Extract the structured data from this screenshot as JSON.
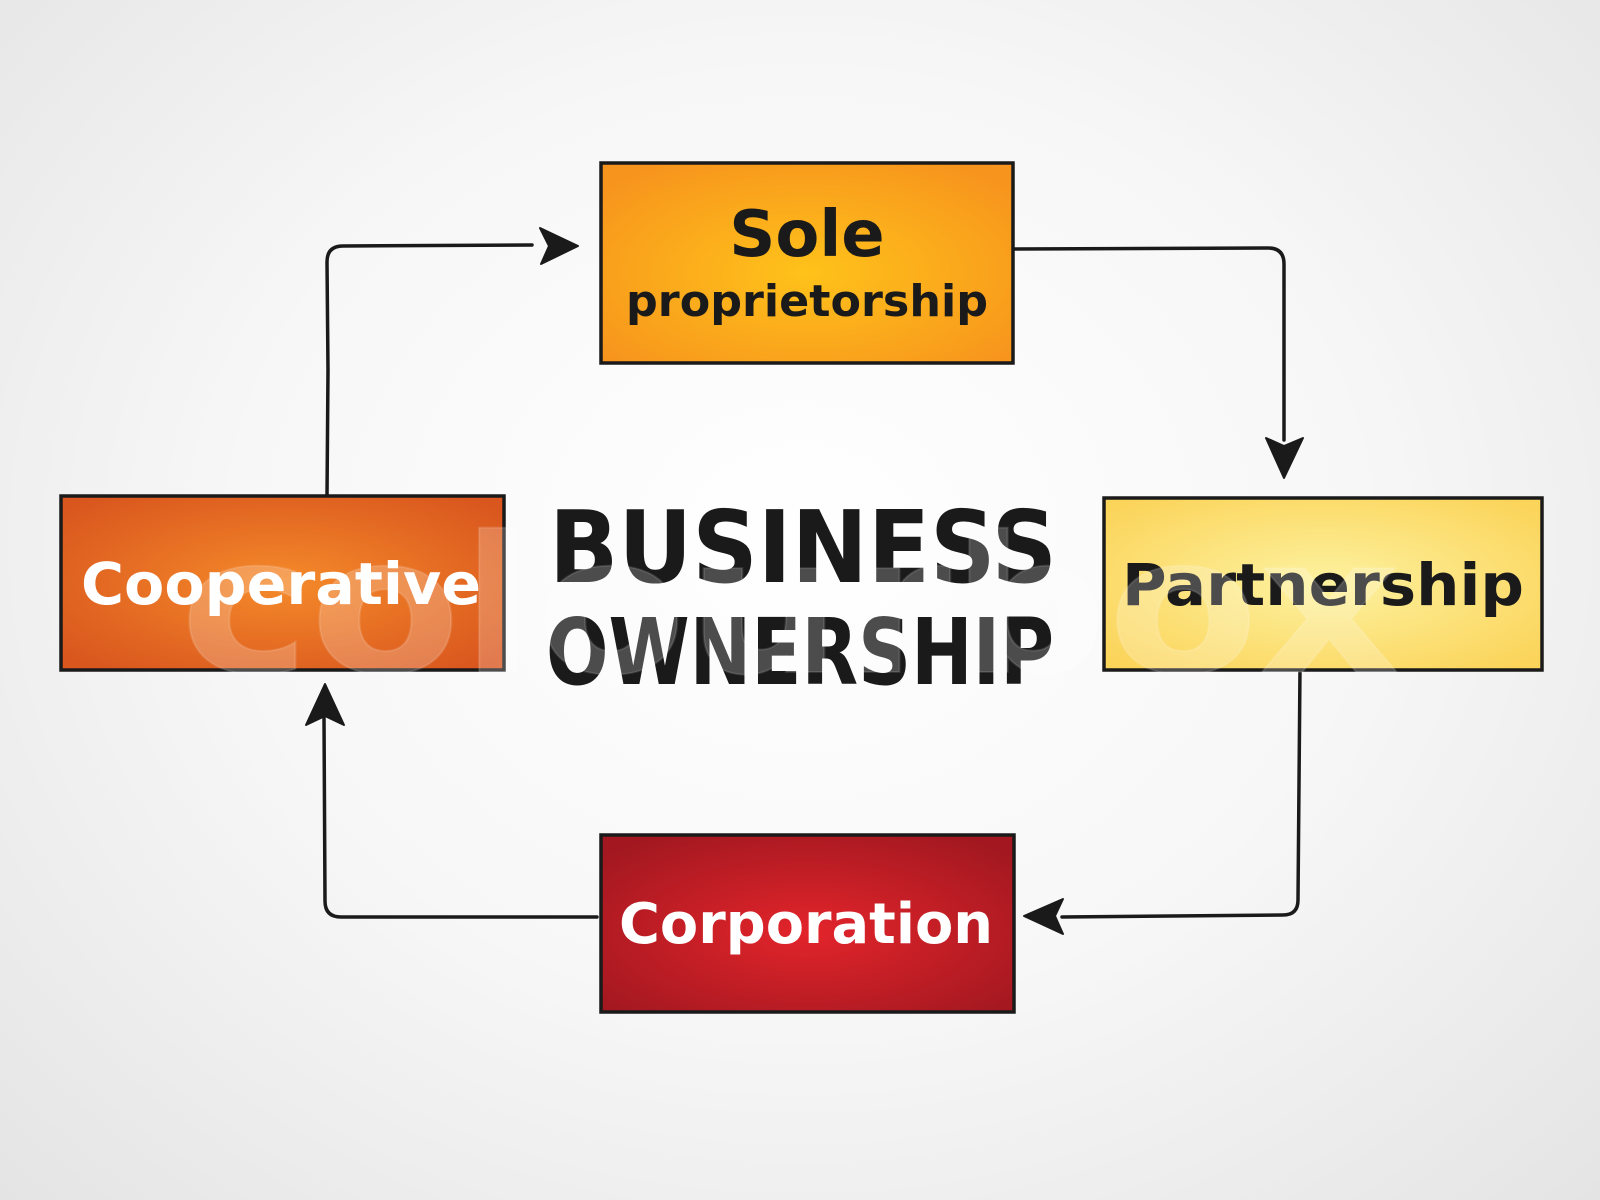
{
  "diagram": {
    "center": {
      "line1": "BUSINESS",
      "line2": "OWNERSHIP",
      "color": "#1a1a1a"
    },
    "nodes": {
      "sole": {
        "line1": "Sole",
        "line2": "proprietorship",
        "text_color": "#1a1a1a",
        "fill_light": "#ffc21a",
        "fill_dark": "#f7941d"
      },
      "partnership": {
        "label": "Partnership",
        "text_color": "#1a1a1a",
        "fill_light": "#fdf2a0",
        "fill_dark": "#fbd45a"
      },
      "corporation": {
        "label": "Corporation",
        "text_color": "#ffffff",
        "fill_light": "#e3242b",
        "fill_dark": "#a31820"
      },
      "cooperative": {
        "label": "Cooperative",
        "text_color": "#ffffff",
        "fill_light": "#f58a2a",
        "fill_dark": "#d9561e"
      }
    },
    "flow": [
      "sole",
      "partnership",
      "corporation",
      "cooperative",
      "sole"
    ],
    "stroke_color": "#1a1a1a"
  },
  "watermark": {
    "text": "colourbox"
  }
}
